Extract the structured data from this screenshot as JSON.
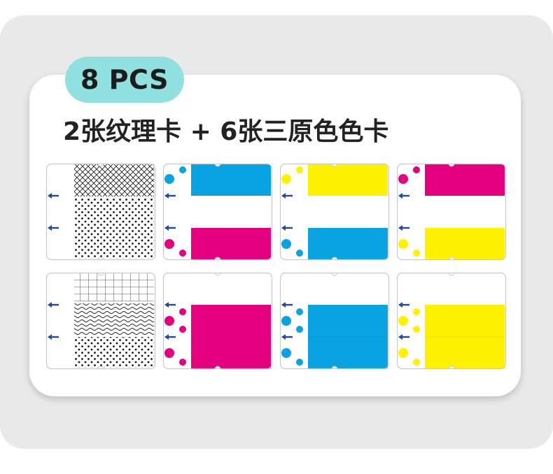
{
  "badge": {
    "label": "8 PCS",
    "color": "#8fe0df"
  },
  "headline": {
    "text": "2张纹理卡 + 6张三原色色卡"
  },
  "colors": {
    "cyan": "#0aa3e2",
    "magenta": "#e5007f",
    "yellow": "#fff200",
    "arrow": "#1f4aa0",
    "outline": "#c9c9c9",
    "panel": "#e9e9e9"
  },
  "icons": {
    "arrow": "left-arrow-icon",
    "dot": "color-dot-icon"
  },
  "cards": [
    {
      "kind": "texture",
      "top": "crosshatch",
      "bottom": "dots"
    },
    {
      "kind": "tri",
      "top": "cyan",
      "bottom": "magenta"
    },
    {
      "kind": "tri",
      "top": "yellow",
      "bottom": "cyan"
    },
    {
      "kind": "tri",
      "top": "magenta",
      "bottom": "yellow"
    },
    {
      "kind": "texture3",
      "bands": [
        "grid",
        "waves",
        "dots"
      ]
    },
    {
      "kind": "solid",
      "color": "magenta"
    },
    {
      "kind": "solid",
      "color": "cyan"
    },
    {
      "kind": "solid",
      "color": "yellow"
    }
  ]
}
